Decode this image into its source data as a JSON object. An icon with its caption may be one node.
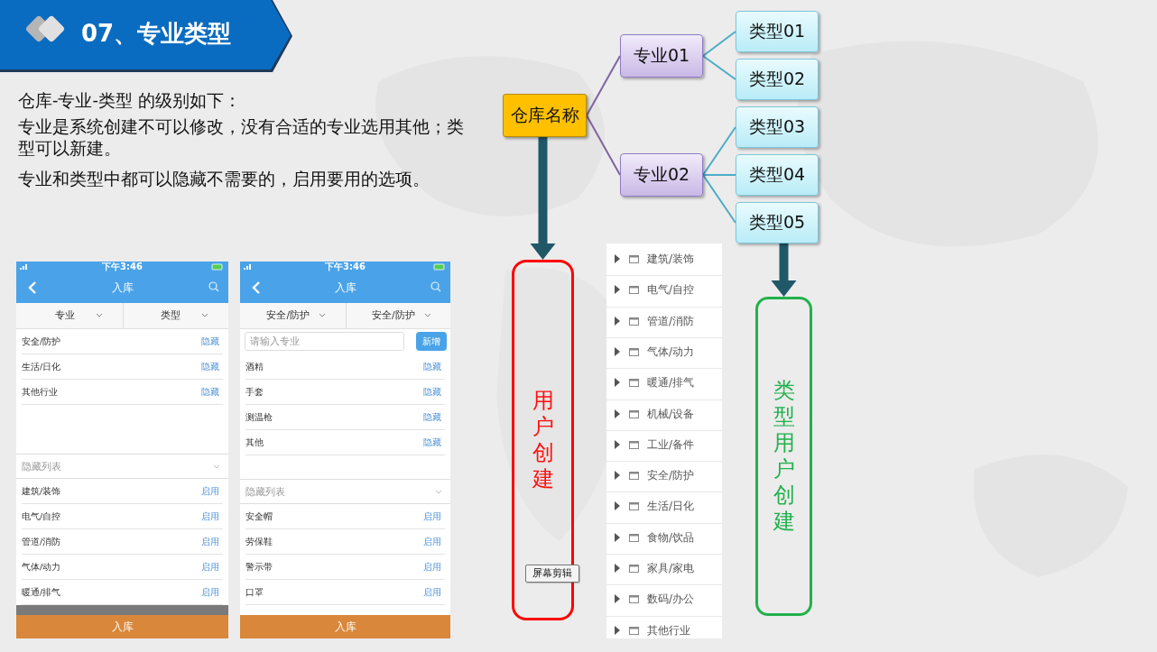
{
  "diagram": {
    "title": "07、专业类型",
    "nodes": [
      {
        "text": [
          "仓库名称"
        ]
      },
      {
        "text": [
          "专业01"
        ]
      },
      {
        "text": [
          "专业02"
        ]
      },
      {
        "text": [
          "类型01"
        ]
      },
      {
        "text": [
          "类型02"
        ]
      },
      {
        "text": [
          "类型03"
        ]
      },
      {
        "text": [
          "类型04"
        ]
      },
      {
        "text": [
          "类型05"
        ]
      },
      {
        "text": [
          "用户创建"
        ]
      },
      {
        "text": [
          "类型用户创建"
        ]
      }
    ],
    "edges": [
      {
        "from": 0,
        "to": 1,
        "arrow": "none",
        "color": "#8064a2"
      },
      {
        "from": 0,
        "to": 2,
        "arrow": "none",
        "color": "#8064a2"
      },
      {
        "from": 1,
        "to": 3,
        "arrow": "none"
      },
      {
        "from": 1,
        "to": 4,
        "arrow": "none"
      },
      {
        "from": 2,
        "to": 5,
        "arrow": "none"
      },
      {
        "from": 2,
        "to": 6,
        "arrow": "none"
      },
      {
        "from": 2,
        "to": 7,
        "arrow": "none"
      },
      {
        "from": 0,
        "to": 8,
        "arrow": "to",
        "style": "thick",
        "color": "#215868"
      },
      {
        "from": 7,
        "to": 9,
        "arrow": "to",
        "style": "thick",
        "color": "#215868"
      }
    ],
    "labels": [
      "仓库-专业-类型 的级别如下：",
      "专业是系统创建不可以修改，没有合适的专业选用其他；类型可以新建。",
      "专业和类型中都可以隐藏不需要的，启用要用的选项。",
      "下午3:46",
      "入库",
      "专业",
      "类型",
      "安全/防护",
      "隐藏",
      "生活/日化",
      "隐藏",
      "其他行业",
      "隐藏",
      "隐藏列表",
      "建筑/装饰",
      "启用",
      "电气/自控",
      "启用",
      "管道/消防",
      "启用",
      "气体/动力",
      "启用",
      "暖通/排气",
      "启用",
      "入库",
      "下午3:46",
      "入库",
      "安全/防护",
      "安全/防护",
      "请输入专业",
      "新增",
      "酒精",
      "隐藏",
      "手套",
      "隐藏",
      "测温枪",
      "隐藏",
      "其他",
      "隐藏",
      "隐藏列表",
      "安全帽",
      "启用",
      "劳保鞋",
      "启用",
      "警示带",
      "启用",
      "口罩",
      "启用",
      "入库",
      "建筑/装饰",
      "电气/自控",
      "管道/消防",
      "气体/动力",
      "暖通/排气",
      "机械/设备",
      "工业/备件",
      "安全/防护",
      "生活/日化",
      "食物/饮品",
      "家具/家电",
      "数码/办公",
      "其他行业",
      "屏幕剪辑"
    ]
  }
}
